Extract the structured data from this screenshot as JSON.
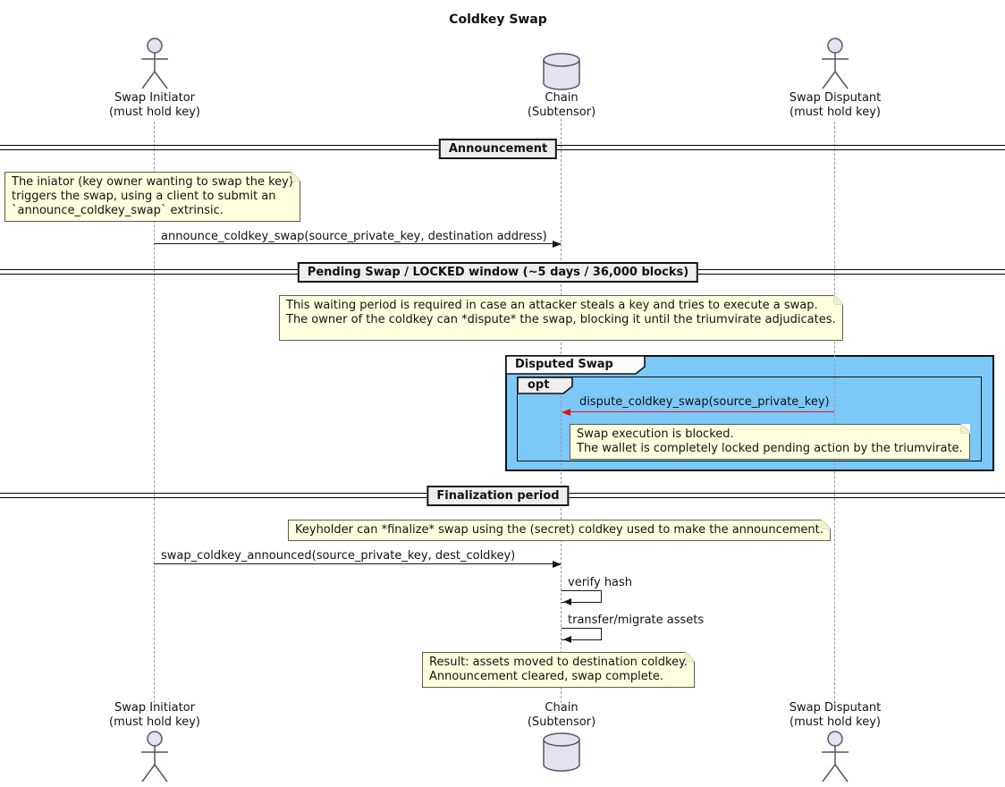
{
  "title": "Coldkey Swap",
  "participants": {
    "initiator": {
      "name": "Swap Initiator",
      "qualifier": "(must hold key)"
    },
    "chain": {
      "name": "Chain",
      "qualifier": "(Subtensor)"
    },
    "disputant": {
      "name": "Swap Disputant",
      "qualifier": "(must hold key)"
    }
  },
  "dividers": {
    "announcement": "Announcement",
    "pending": "Pending Swap / LOCKED window (~5 days / 36,000 blocks)",
    "finalization": "Finalization period"
  },
  "group": {
    "title": "Disputed Swap",
    "operator": "opt"
  },
  "messages": {
    "announce": "announce_coldkey_swap(source_private_key, destination address)",
    "dispute": "dispute_coldkey_swap(source_private_key)",
    "finalize": "swap_coldkey_announced(source_private_key, dest_coldkey)",
    "verify": "verify hash",
    "transfer": "transfer/migrate assets"
  },
  "notes": {
    "initiate": [
      "The iniator (key owner wanting to swap the key)",
      "triggers the swap, using a client to submit an",
      "`announce_coldkey_swap` extrinsic."
    ],
    "waiting": [
      "This waiting period is required in case an attacker steals a key and tries to execute a swap.",
      "The owner of the coldkey can *dispute* the swap, blocking it until the triumvirate adjudicates."
    ],
    "blocked": [
      "Swap execution is blocked.",
      "The wallet is completely locked pending action by the triumvirate."
    ],
    "finalize": [
      "Keyholder can *finalize* swap using the (secret) coldkey used to make the announcement."
    ],
    "result": [
      "Result: assets moved to destination coldkey.",
      "Announcement cleared, swap complete."
    ]
  },
  "colors": {
    "note_fill": "#FEFFDD",
    "group_fill": "#7CC8F8",
    "divider_fill": "#EEEEEE",
    "actor_fill": "#E2E2F0",
    "dispute_arrow_red": "#E01414",
    "line": "#181818"
  }
}
